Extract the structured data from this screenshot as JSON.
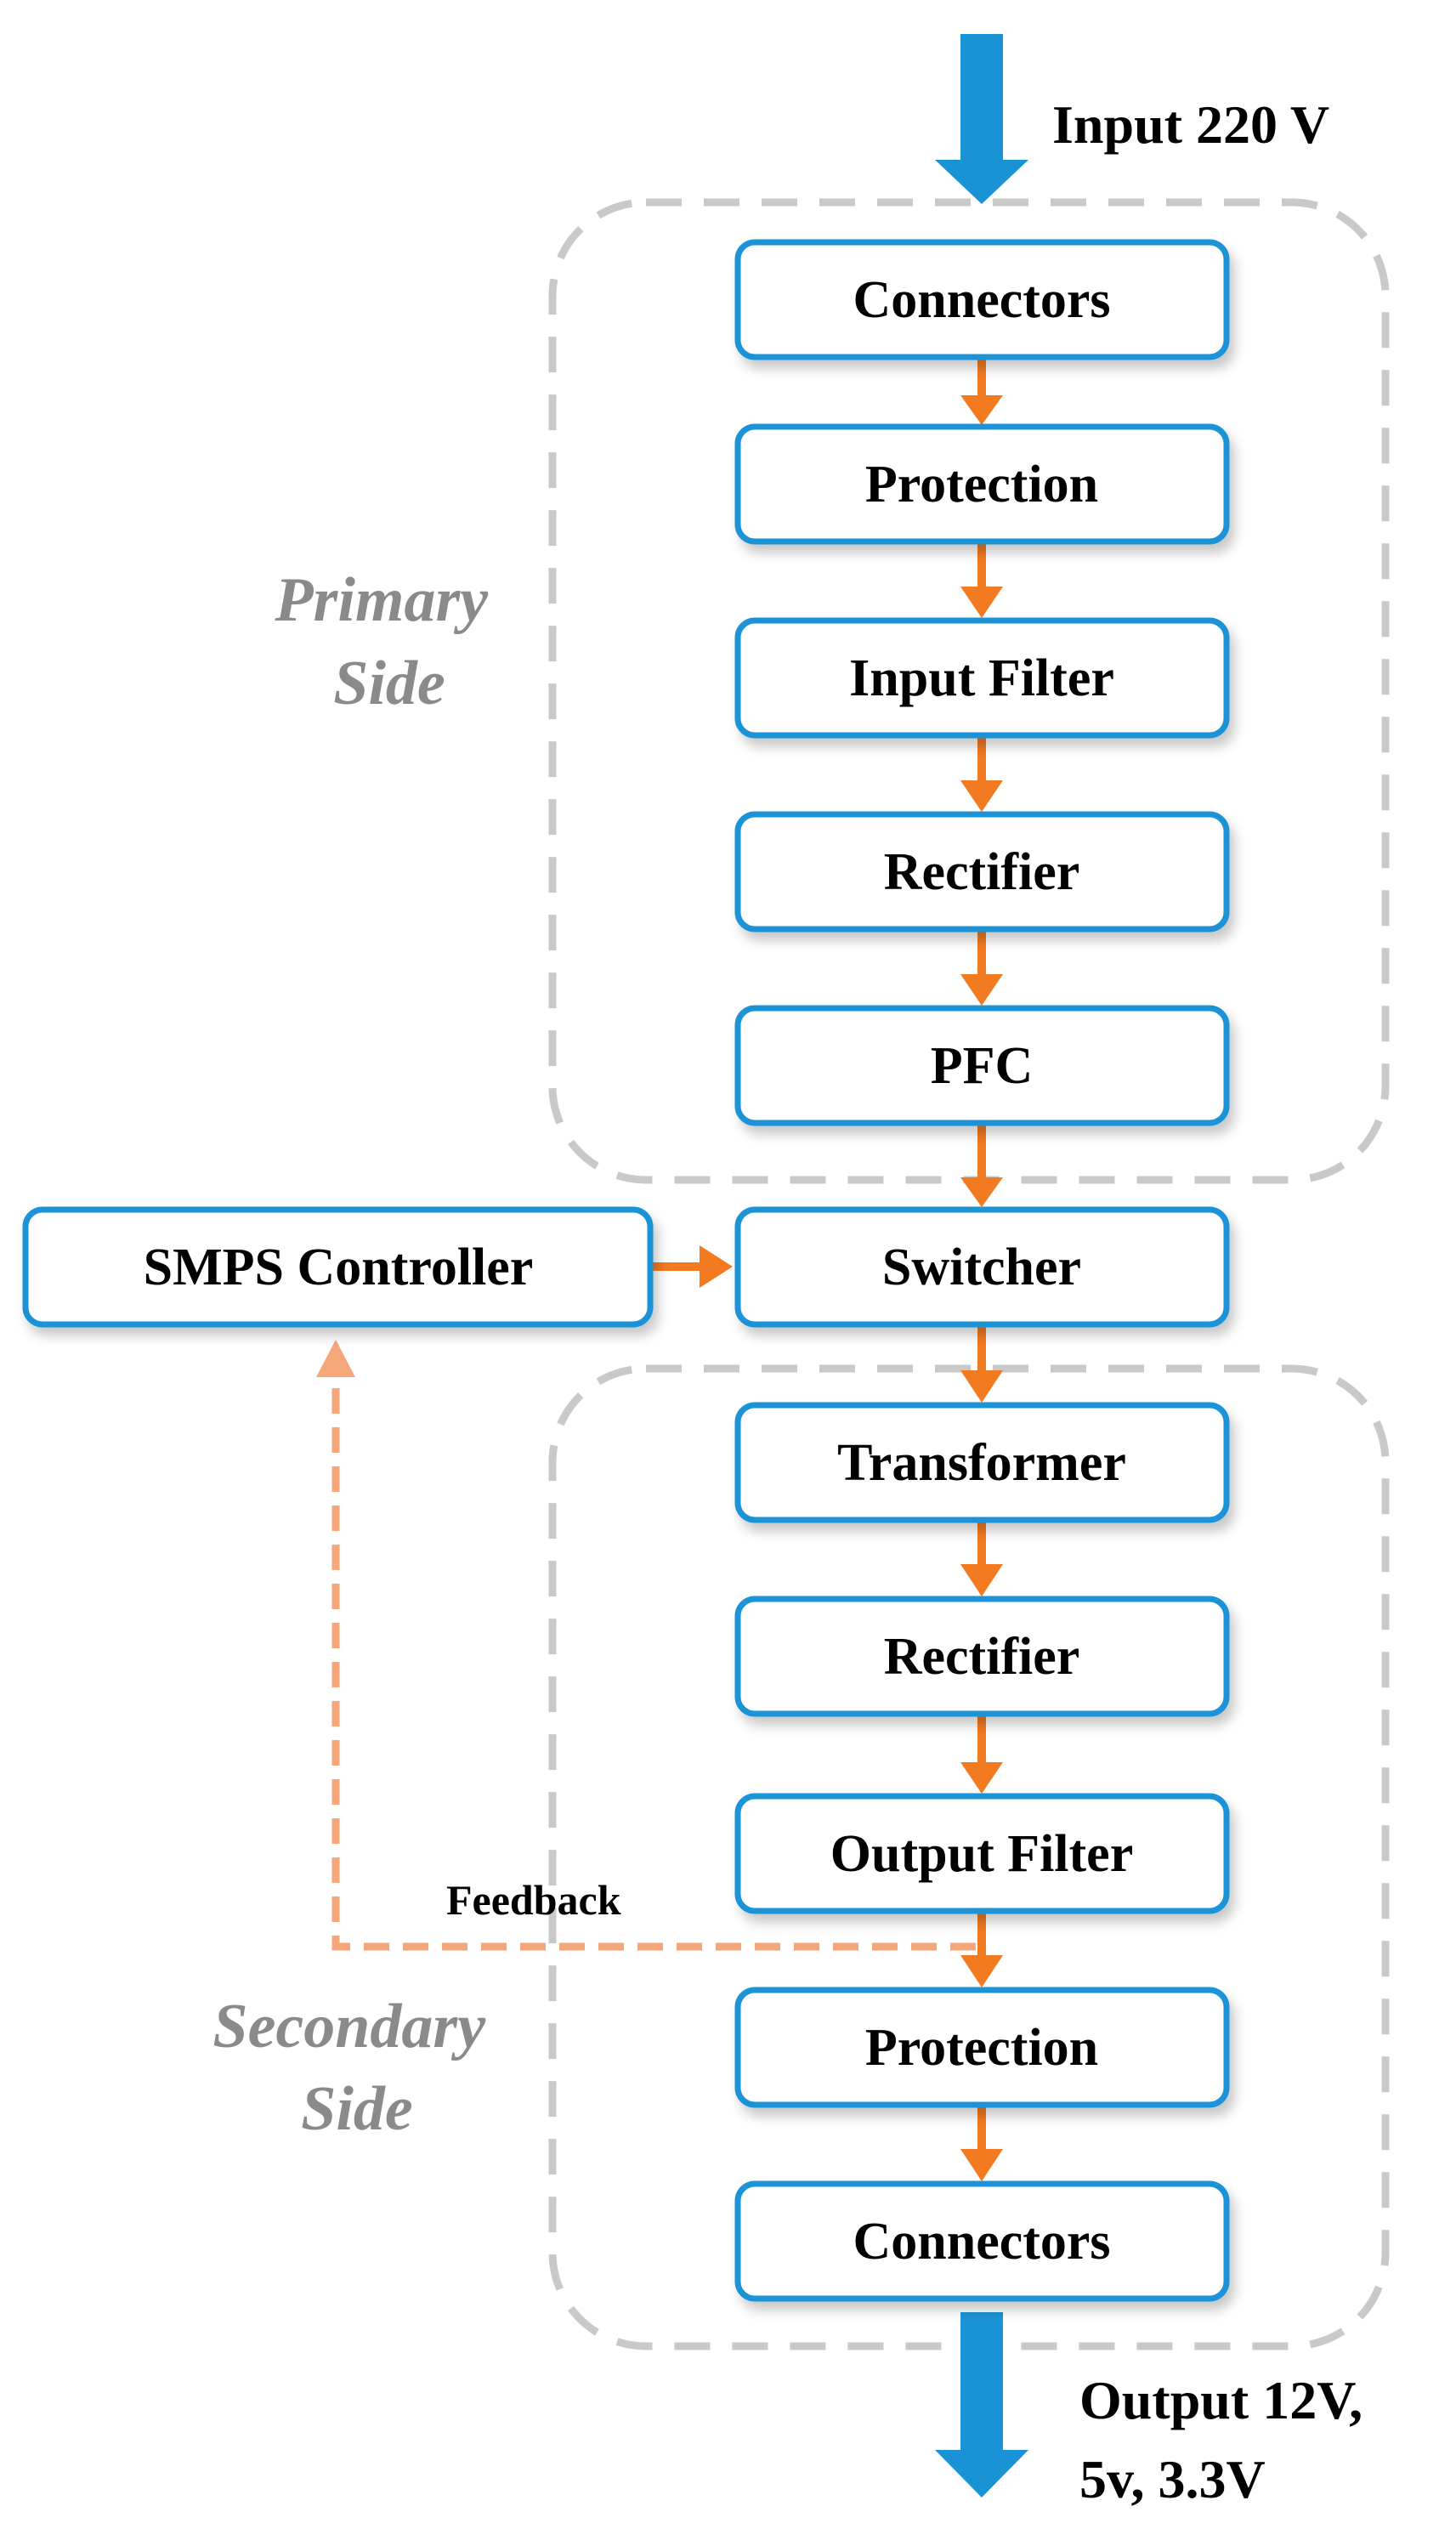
{
  "input_label": "Input 220 V",
  "output_label_lines": [
    "Output 12V,",
    "5v, 3.3V"
  ],
  "primary_group": {
    "label_lines": [
      "Primary",
      "Side"
    ]
  },
  "secondary_group": {
    "label_lines": [
      "Secondary",
      "Side"
    ]
  },
  "controller": {
    "label": "SMPS Controller"
  },
  "feedback_label": "Feedback",
  "blocks": {
    "connectors_in": "Connectors",
    "protection_in": "Protection",
    "input_filter": "Input Filter",
    "rectifier_in": "Rectifier",
    "pfc": "PFC",
    "switcher": "Switcher",
    "transformer": "Transformer",
    "rectifier_out": "Rectifier",
    "output_filter": "Output Filter",
    "protection_out": "Protection",
    "connectors_out": "Connectors"
  },
  "colors": {
    "block_border": "#1a93d6",
    "flow_arrow": "#f27a21",
    "feedback_arrow": "#f6a77a",
    "io_arrow": "#1a93d6",
    "group_border": "#c9c9c9",
    "group_label": "#8a8a8a"
  }
}
